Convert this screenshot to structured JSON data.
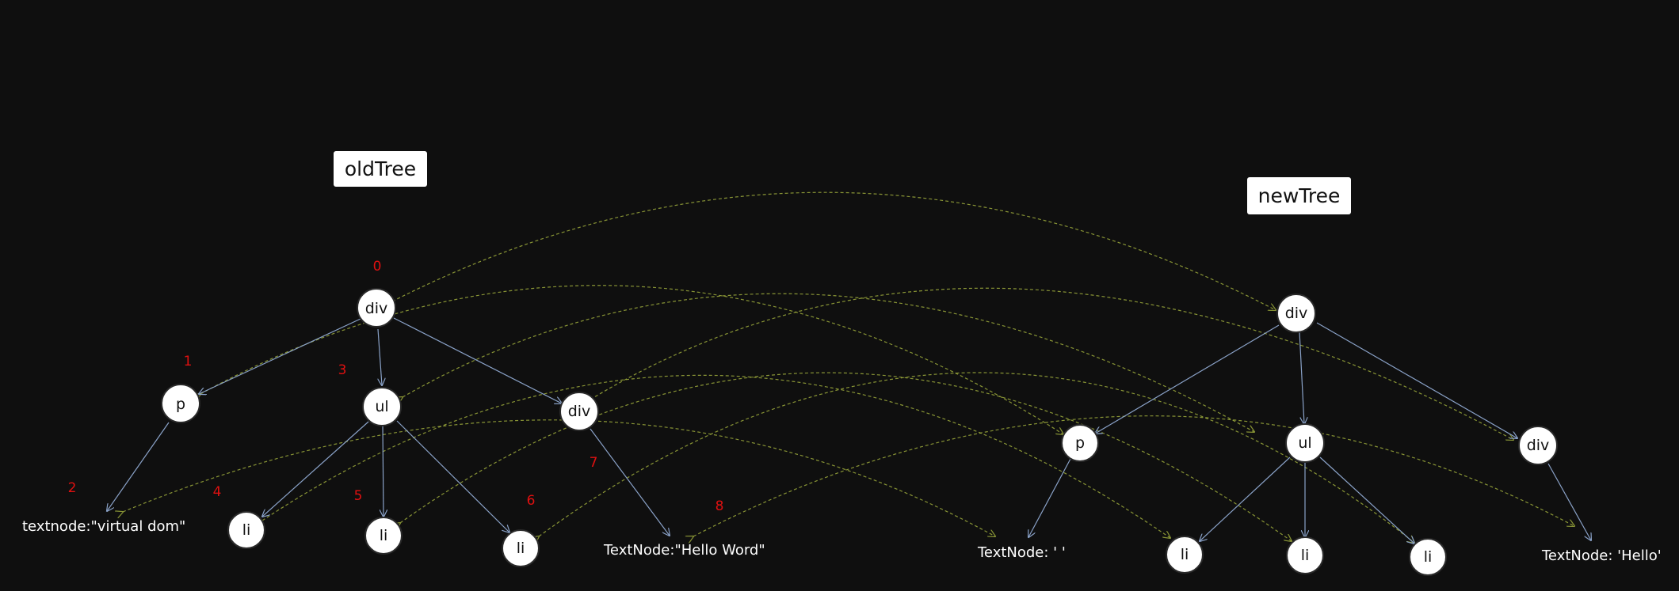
{
  "titles": {
    "old": "oldTree",
    "new": "newTree"
  },
  "colors": {
    "background": "#0f0f0f",
    "tree_edge": "#8aa2c8",
    "diff_edge": "#a7b63f",
    "index": "#e01010",
    "node": "#ffffff"
  },
  "old_tree": {
    "root": "div",
    "p": "p",
    "ul": "ul",
    "div": "div",
    "li1": "li",
    "li2": "li",
    "li3": "li",
    "text_p": "textnode:\"virtual dom\"",
    "text_div": "TextNode:\"Hello Word\""
  },
  "indices": [
    "0",
    "1",
    "2",
    "3",
    "4",
    "5",
    "6",
    "7",
    "8"
  ],
  "new_tree": {
    "root": "div",
    "p": "p",
    "ul": "ul",
    "div": "div",
    "li1": "li",
    "li2": "li",
    "li3": "li",
    "text_p": "TextNode: ' '",
    "text_div": "TextNode: 'Hello'"
  }
}
